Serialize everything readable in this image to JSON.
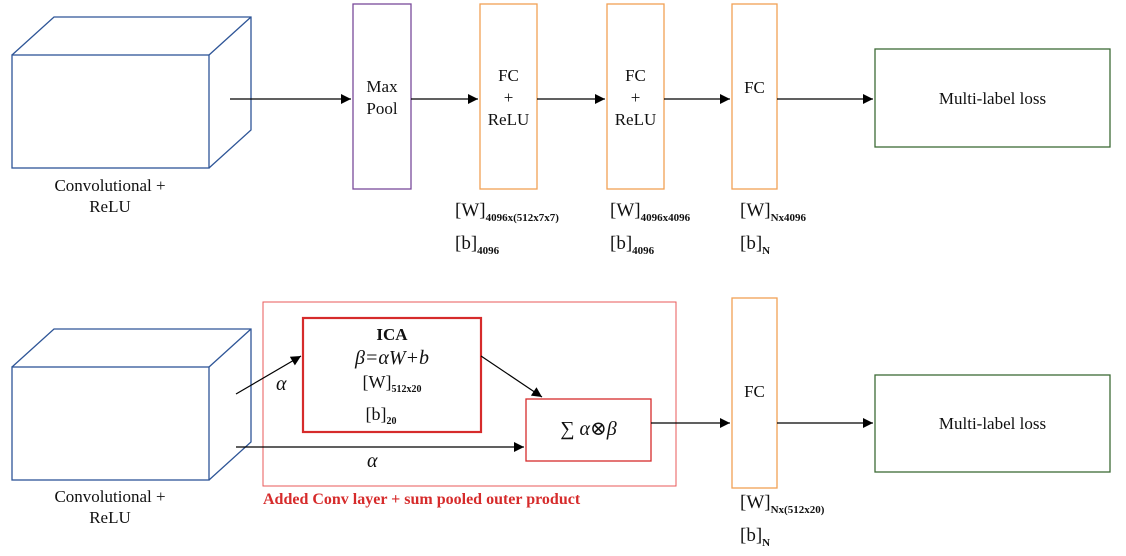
{
  "top_row": {
    "conv_label_line1": "Convolutional +",
    "conv_label_line2": "ReLU",
    "maxpool_line1": "Max",
    "maxpool_line2": "Pool",
    "fc1": {
      "line1": "FC",
      "line2": "+",
      "line3": "ReLU"
    },
    "fc2": {
      "line1": "FC",
      "line2": "+",
      "line3": "ReLU"
    },
    "fc3_label": "FC",
    "loss_label": "Multi-label loss",
    "params": {
      "fc1_w_base": "[W]",
      "fc1_w_sub": "4096x(512x7x7)",
      "fc1_b_base": "[b]",
      "fc1_b_sub": "4096",
      "fc2_w_base": "[W]",
      "fc2_w_sub": "4096x4096",
      "fc2_b_base": "[b]",
      "fc2_b_sub": "4096",
      "fc3_w_base": "[W]",
      "fc3_w_sub": "Nx4096",
      "fc3_b_base": "[b]",
      "fc3_b_sub": "N"
    }
  },
  "bottom_row": {
    "conv_label_line1": "Convolutional +",
    "conv_label_line2": "ReLU",
    "ica": {
      "title": "ICA",
      "formula": "β=αW+b",
      "w_base": "[W]",
      "w_sub": "512x20",
      "b_base": "[b]",
      "b_sub": "20"
    },
    "sum_label": "∑ α⊗β",
    "alpha_upper": "α",
    "alpha_lower": "α",
    "added_layer_caption": "Added Conv layer + sum pooled outer product",
    "fc_label": "FC",
    "loss_label": "Multi-label loss",
    "params": {
      "fc_w_base": "[W]",
      "fc_w_sub": "Nx(512x20)",
      "fc_b_base": "[b]",
      "fc_b_sub": "N"
    }
  },
  "colors": {
    "cube": "#2e5597",
    "maxpool": "#7a4a9a",
    "fc": "#f2a055",
    "loss": "#3d6b35",
    "ica_red": "#d62b2b",
    "caption_red": "#d62b2b"
  }
}
